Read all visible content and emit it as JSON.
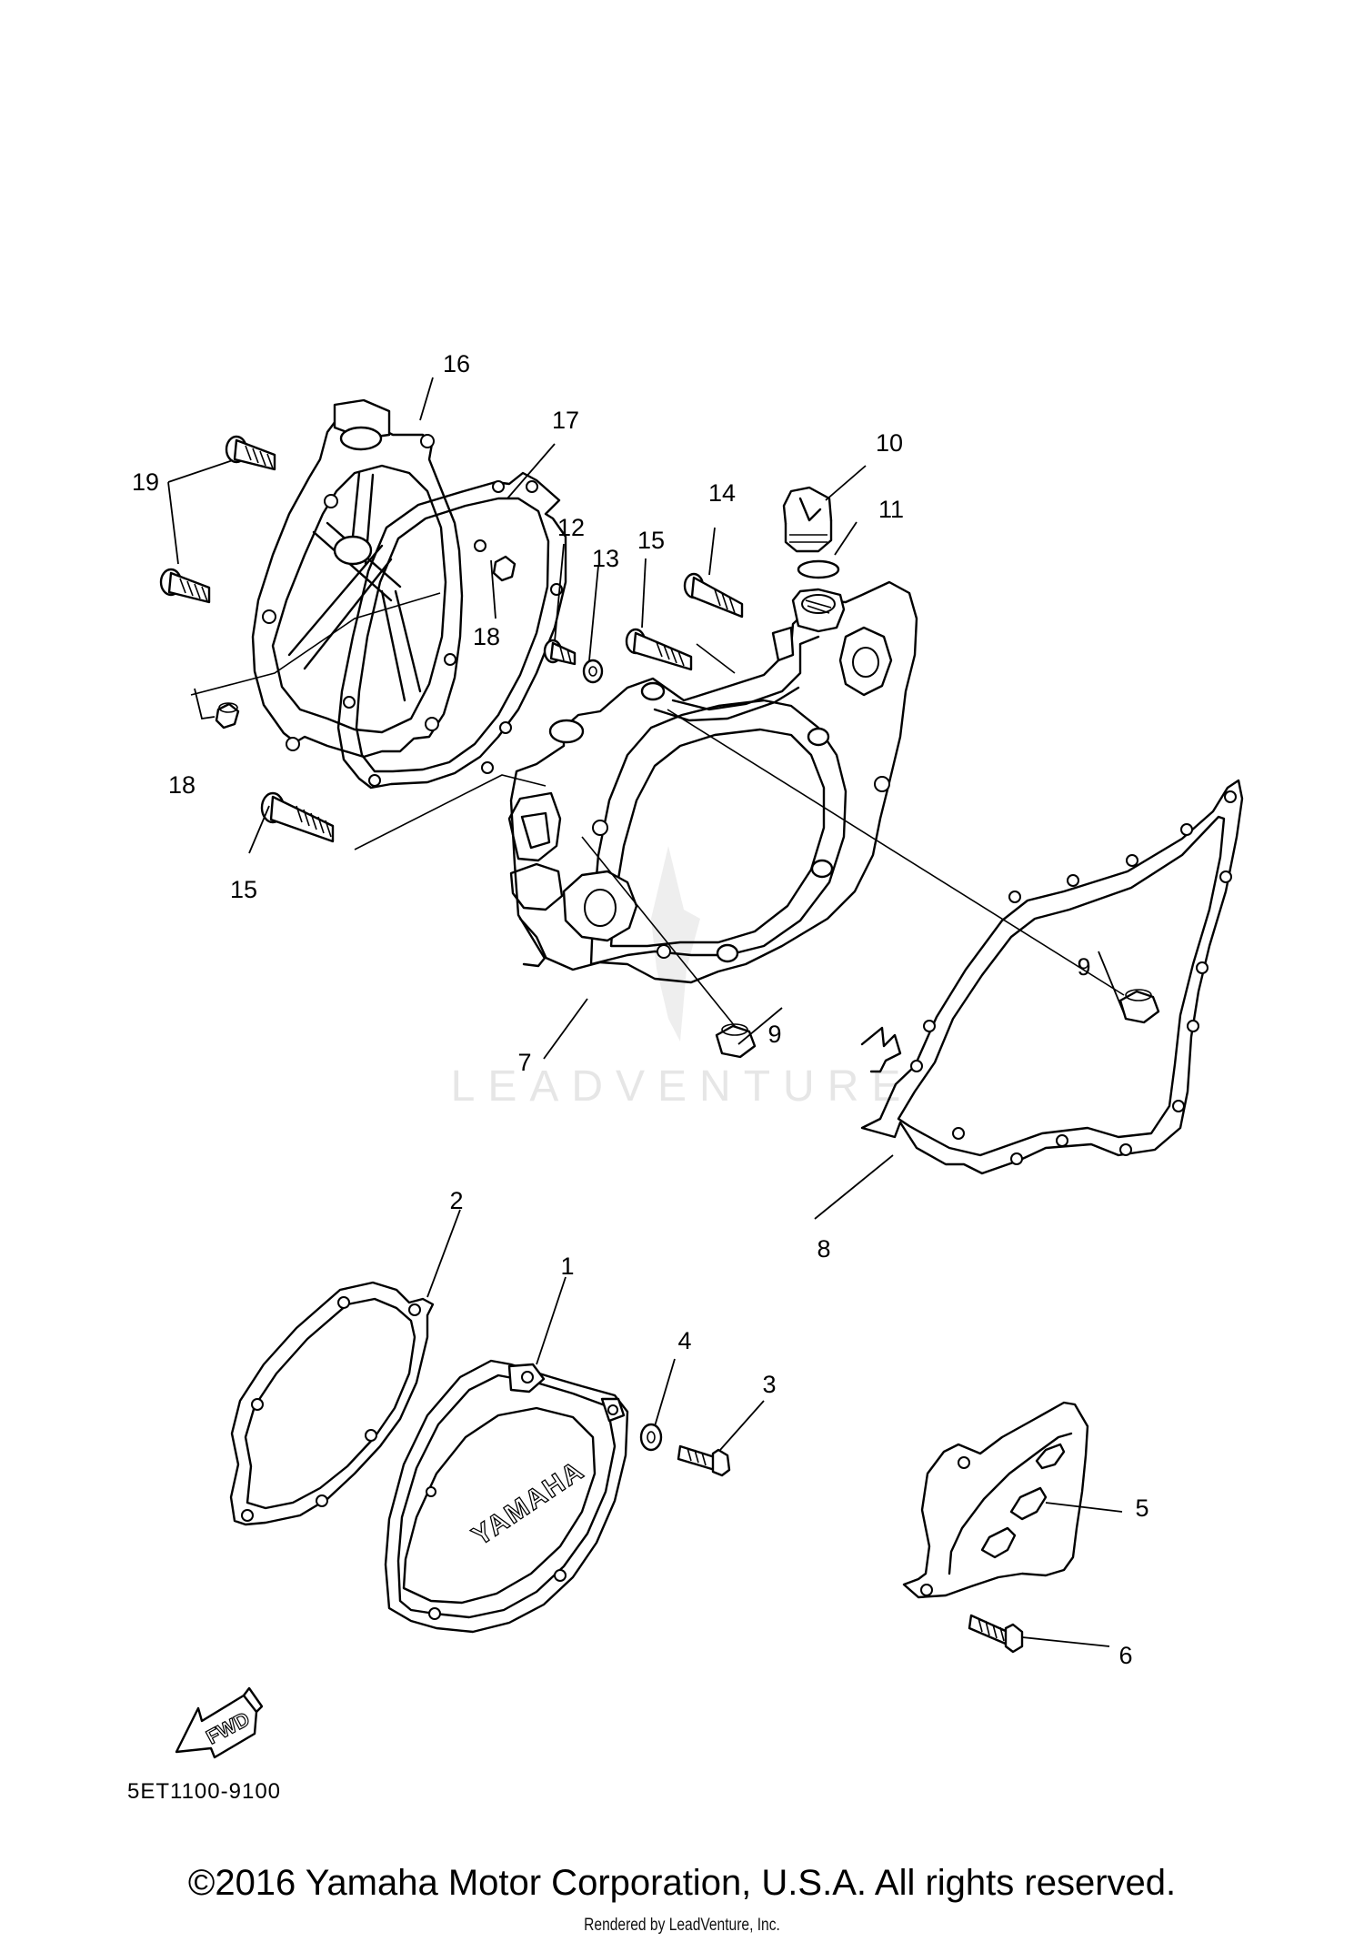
{
  "diagram": {
    "callouts": {
      "c1": "1",
      "c2": "2",
      "c3": "3",
      "c4": "4",
      "c5": "5",
      "c6": "6",
      "c7": "7",
      "c8": "8",
      "c9a": "9",
      "c9b": "9",
      "c10": "10",
      "c11": "11",
      "c12": "12",
      "c13": "13",
      "c14": "14",
      "c15a": "15",
      "c15b": "15",
      "c16": "16",
      "c17": "17",
      "c18a": "18",
      "c18b": "18",
      "c19": "19"
    },
    "cover_logo": "YAMAHA",
    "fwd_label": "FWD",
    "watermark": "LEADVENTURE"
  },
  "footer": {
    "doc_code": "5ET1100-9100",
    "copyright": "©2016 Yamaha Motor Corporation, U.S.A. All rights reserved.",
    "rendered_by": "Rendered by LeadVenture, Inc."
  }
}
